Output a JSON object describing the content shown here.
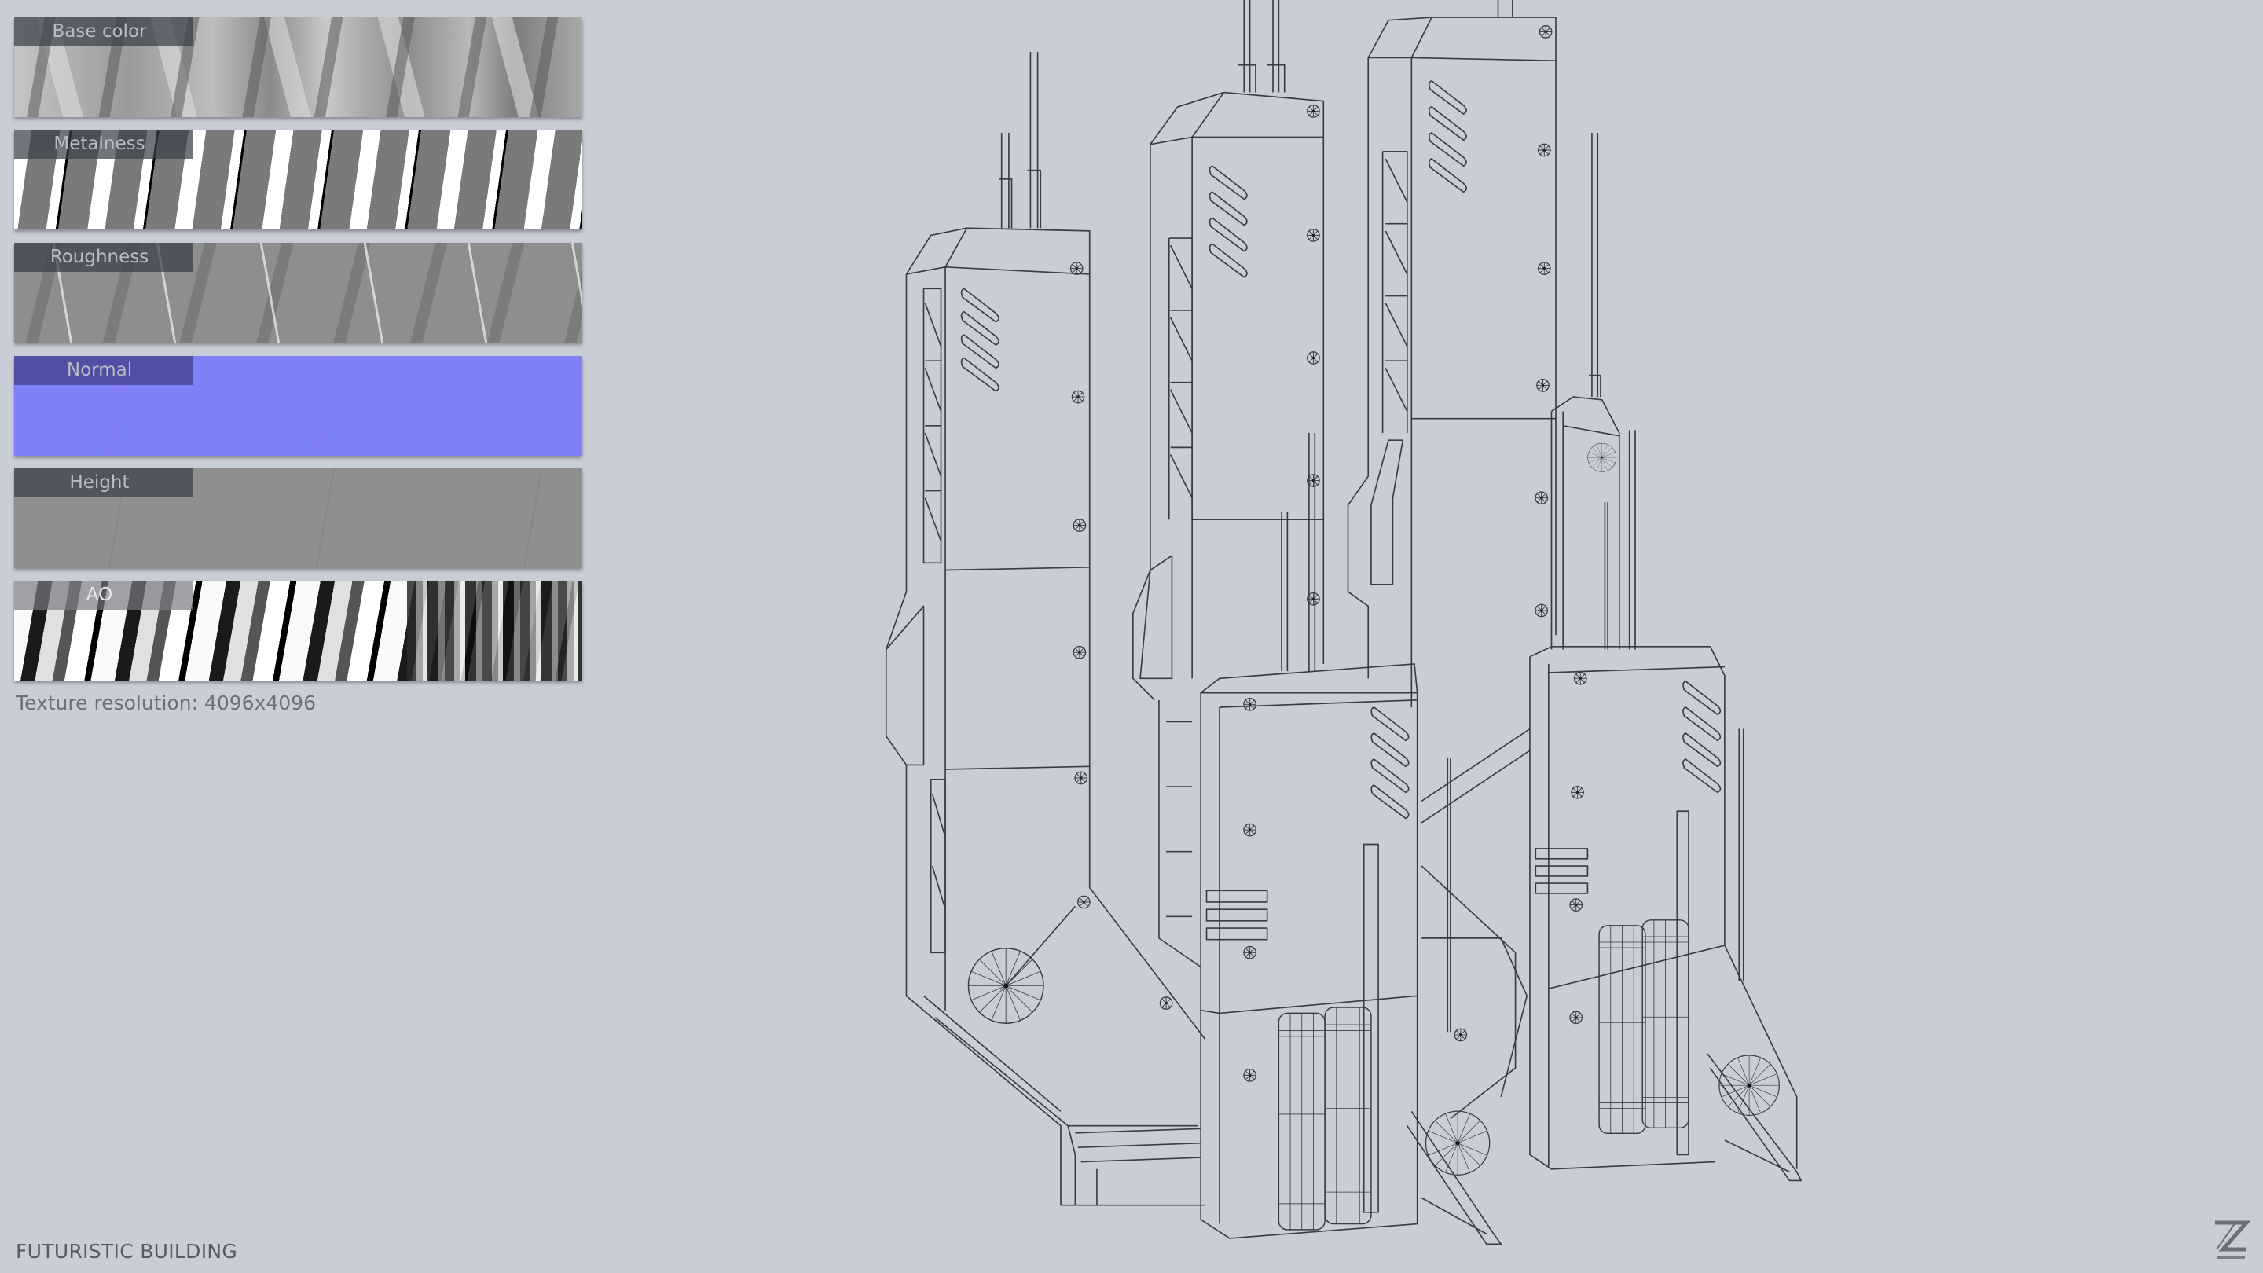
{
  "texture_panels": [
    {
      "label": "Base color",
      "map": "base-color"
    },
    {
      "label": "Metalness",
      "map": "metalness"
    },
    {
      "label": "Roughness",
      "map": "roughness"
    },
    {
      "label": "Normal",
      "map": "normal"
    },
    {
      "label": "Height",
      "map": "height"
    },
    {
      "label": "AO",
      "map": "ambient-occlusion"
    }
  ],
  "texture_resolution_text": "Texture resolution: 4096x4096",
  "model_title": "FUTURISTIC BUILDING",
  "viewport": {
    "render_mode": "wireframe",
    "background_color": "#c9cdd6",
    "line_color": "#3a3c42"
  },
  "logo": {
    "glyph": "Z",
    "icon": "z-logo-icon"
  },
  "colors": {
    "label_bg": "#3c3e48",
    "label_text": "#b9bcc4",
    "normal_map": "#7f7ffa",
    "caption_text": "#6d7079",
    "title_text": "#585b63"
  }
}
